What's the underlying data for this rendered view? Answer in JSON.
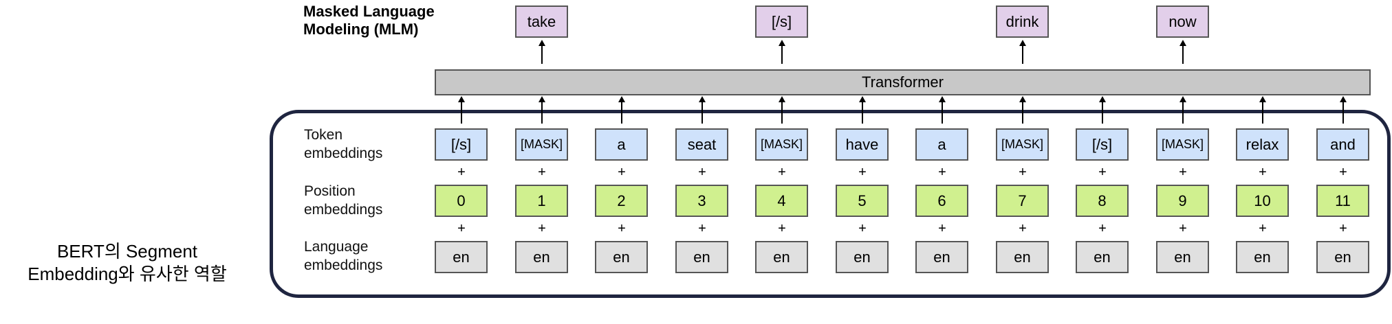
{
  "title_line1": "Masked Language",
  "title_line2": "Modeling (MLM)",
  "outputs": [
    "take",
    "[/s]",
    "drink",
    "now"
  ],
  "transformer_label": "Transformer",
  "rows": {
    "token_label_1": "Token",
    "token_label_2": "embeddings",
    "position_label_1": "Position",
    "position_label_2": "embeddings",
    "language_label_1": "Language",
    "language_label_2": "embeddings"
  },
  "tokens": [
    "[/s]",
    "[MASK]",
    "a",
    "seat",
    "[MASK]",
    "have",
    "a",
    "[MASK]",
    "[/s]",
    "[MASK]",
    "relax",
    "and"
  ],
  "positions": [
    "0",
    "1",
    "2",
    "3",
    "4",
    "5",
    "6",
    "7",
    "8",
    "9",
    "10",
    "11"
  ],
  "languages": [
    "en",
    "en",
    "en",
    "en",
    "en",
    "en",
    "en",
    "en",
    "en",
    "en",
    "en",
    "en"
  ],
  "plus_sign": "+",
  "note_line1": "BERT의 Segment",
  "note_line2": "Embedding와 유사한 역할",
  "colors": {
    "token": "#cfe2fb",
    "position": "#d0f08f",
    "language": "#e0e0e0",
    "output": "#e2cfea",
    "transformer": "#c8c8c8",
    "frame": "#1f2540"
  }
}
